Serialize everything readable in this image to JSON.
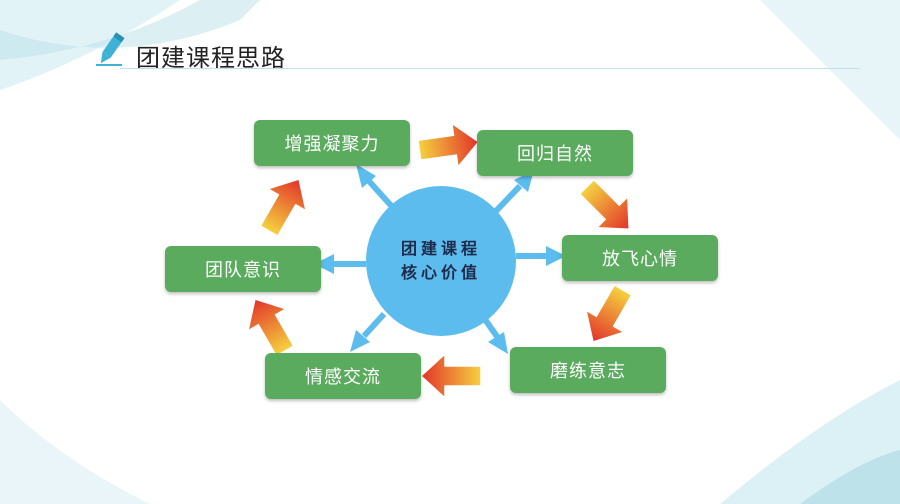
{
  "title": "团建课程思路",
  "center": {
    "line1": "团建课程",
    "line2": "核心价值"
  },
  "nodes": [
    {
      "label": "增强凝聚力"
    },
    {
      "label": "回归自然"
    },
    {
      "label": "放飞心情"
    },
    {
      "label": "磨练意志"
    },
    {
      "label": "情感交流"
    },
    {
      "label": "团队意识"
    }
  ],
  "colors": {
    "node": "#5bab5f",
    "center": "#5cbcee",
    "spoke": "#5cbcee",
    "arrow_light": "#f5d23f",
    "arrow_dark": "#e2322a"
  },
  "icons": {
    "title": "pencil-icon"
  }
}
